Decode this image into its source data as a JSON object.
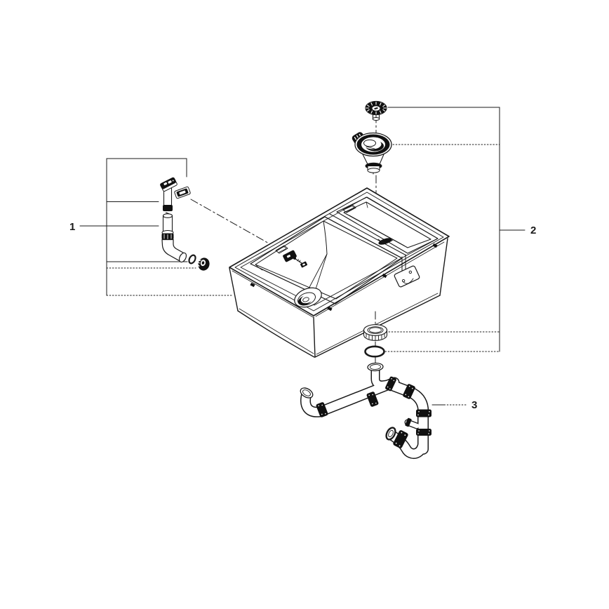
{
  "page": {
    "background": "#ffffff"
  },
  "diagram": {
    "type": "exploded-parts-diagram",
    "subject": "kitchen-sink-drain-and-overflow-assembly",
    "line_color": "#1a1a1a",
    "dark_fill": "#111111",
    "callouts": [
      {
        "label": "1",
        "part": "overflow-assembly"
      },
      {
        "label": "2",
        "part": "strainer-waste-set"
      },
      {
        "label": "3",
        "part": "drain-pipe-trap-assembly"
      }
    ]
  }
}
